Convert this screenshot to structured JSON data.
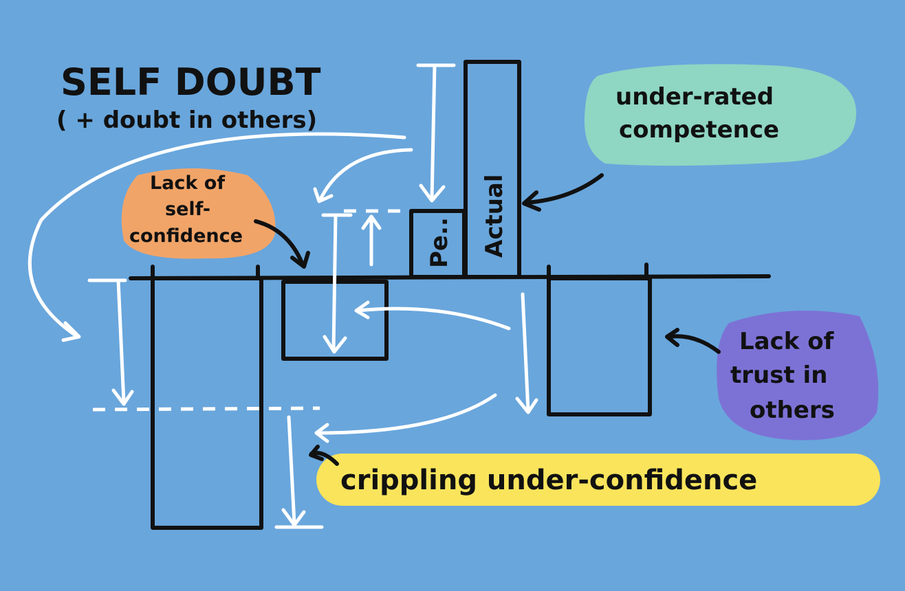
{
  "title": "SELF DOUBT",
  "subtitle": "( + doubt in others)",
  "colors": {
    "background": "#69a6dc",
    "yellow": "#f9e45c",
    "orange": "#f1a468",
    "red": "#d23b3b",
    "teal": "#8fd6c3",
    "purple": "#7c72d5"
  },
  "bars": {
    "perceived_label": "Pe..",
    "actual_label": "Actual"
  },
  "bubbles": {
    "underrated": [
      "under-rated",
      "competence"
    ],
    "self_confidence": [
      "Lack of",
      "self-",
      "confidence"
    ],
    "trust": [
      "Lack of",
      "trust in",
      "others"
    ],
    "crippling": "crippling under-confidence"
  }
}
